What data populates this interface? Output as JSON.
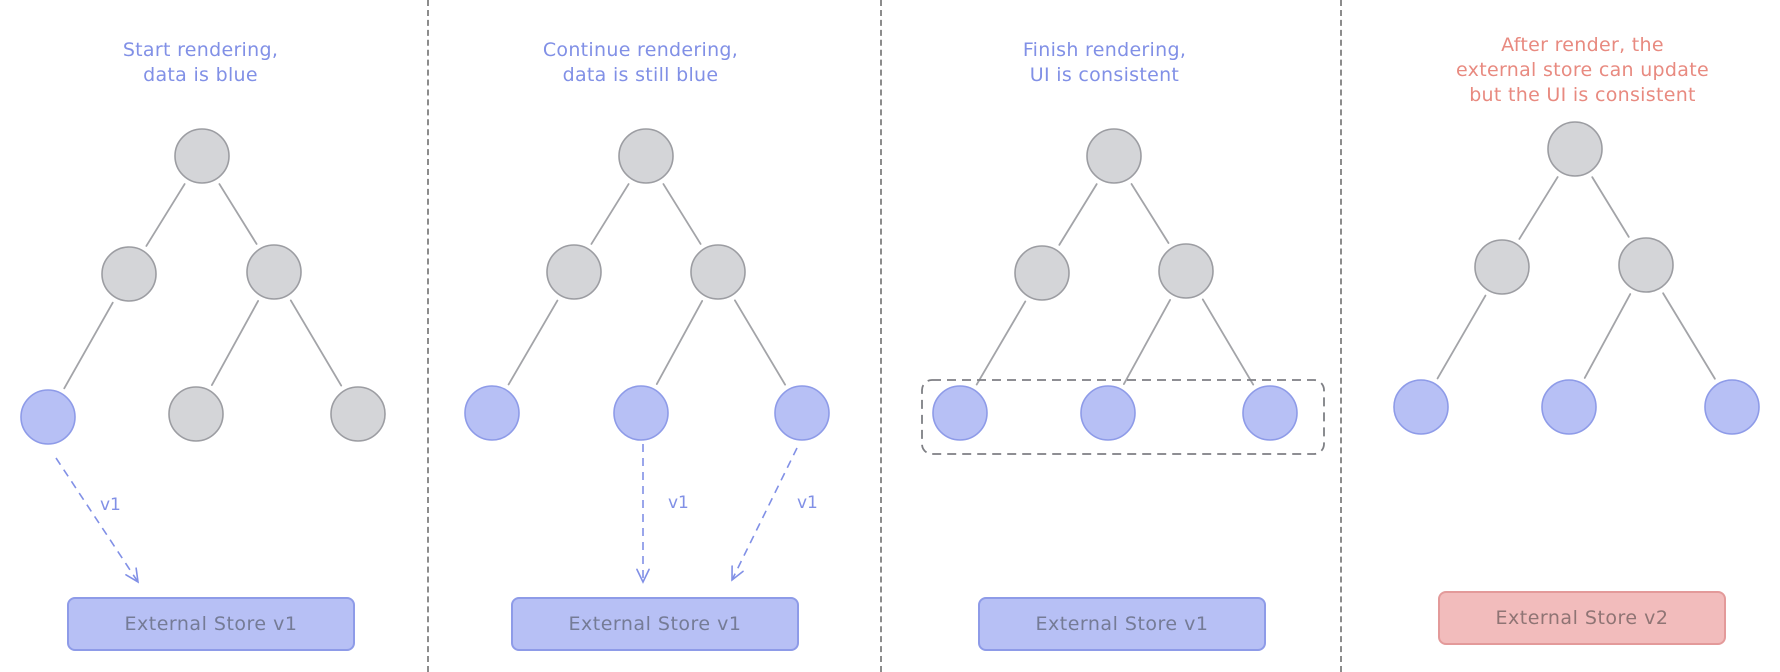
{
  "colors": {
    "gray_node": "#d4d5d8",
    "gray_stroke": "#9c9da2",
    "blue_node": "#b7c0f5",
    "blue_stroke": "#8e9be8",
    "blue_text": "#8190e6",
    "red_text": "#e88a80",
    "red_fill": "#f2bcbc",
    "divider": "#8c8c8c"
  },
  "panels": [
    {
      "caption": [
        "Start rendering,",
        "data is blue"
      ],
      "caption_color": "#8190e6",
      "store_label": "External Store v1",
      "store_color": "blue",
      "arrow_label": "v1"
    },
    {
      "caption": [
        "Continue rendering,",
        "data is still blue"
      ],
      "caption_color": "#8190e6",
      "store_label": "External Store v1",
      "store_color": "blue",
      "arrow_label": "v1"
    },
    {
      "caption": [
        "Finish rendering,",
        "UI is consistent"
      ],
      "caption_color": "#8190e6",
      "store_label": "External Store v1",
      "store_color": "blue"
    },
    {
      "caption": [
        "After render, the",
        "external store can update",
        "but the UI is consistent"
      ],
      "caption_color": "#e88a80",
      "store_label": "External Store v2",
      "store_color": "red"
    }
  ]
}
